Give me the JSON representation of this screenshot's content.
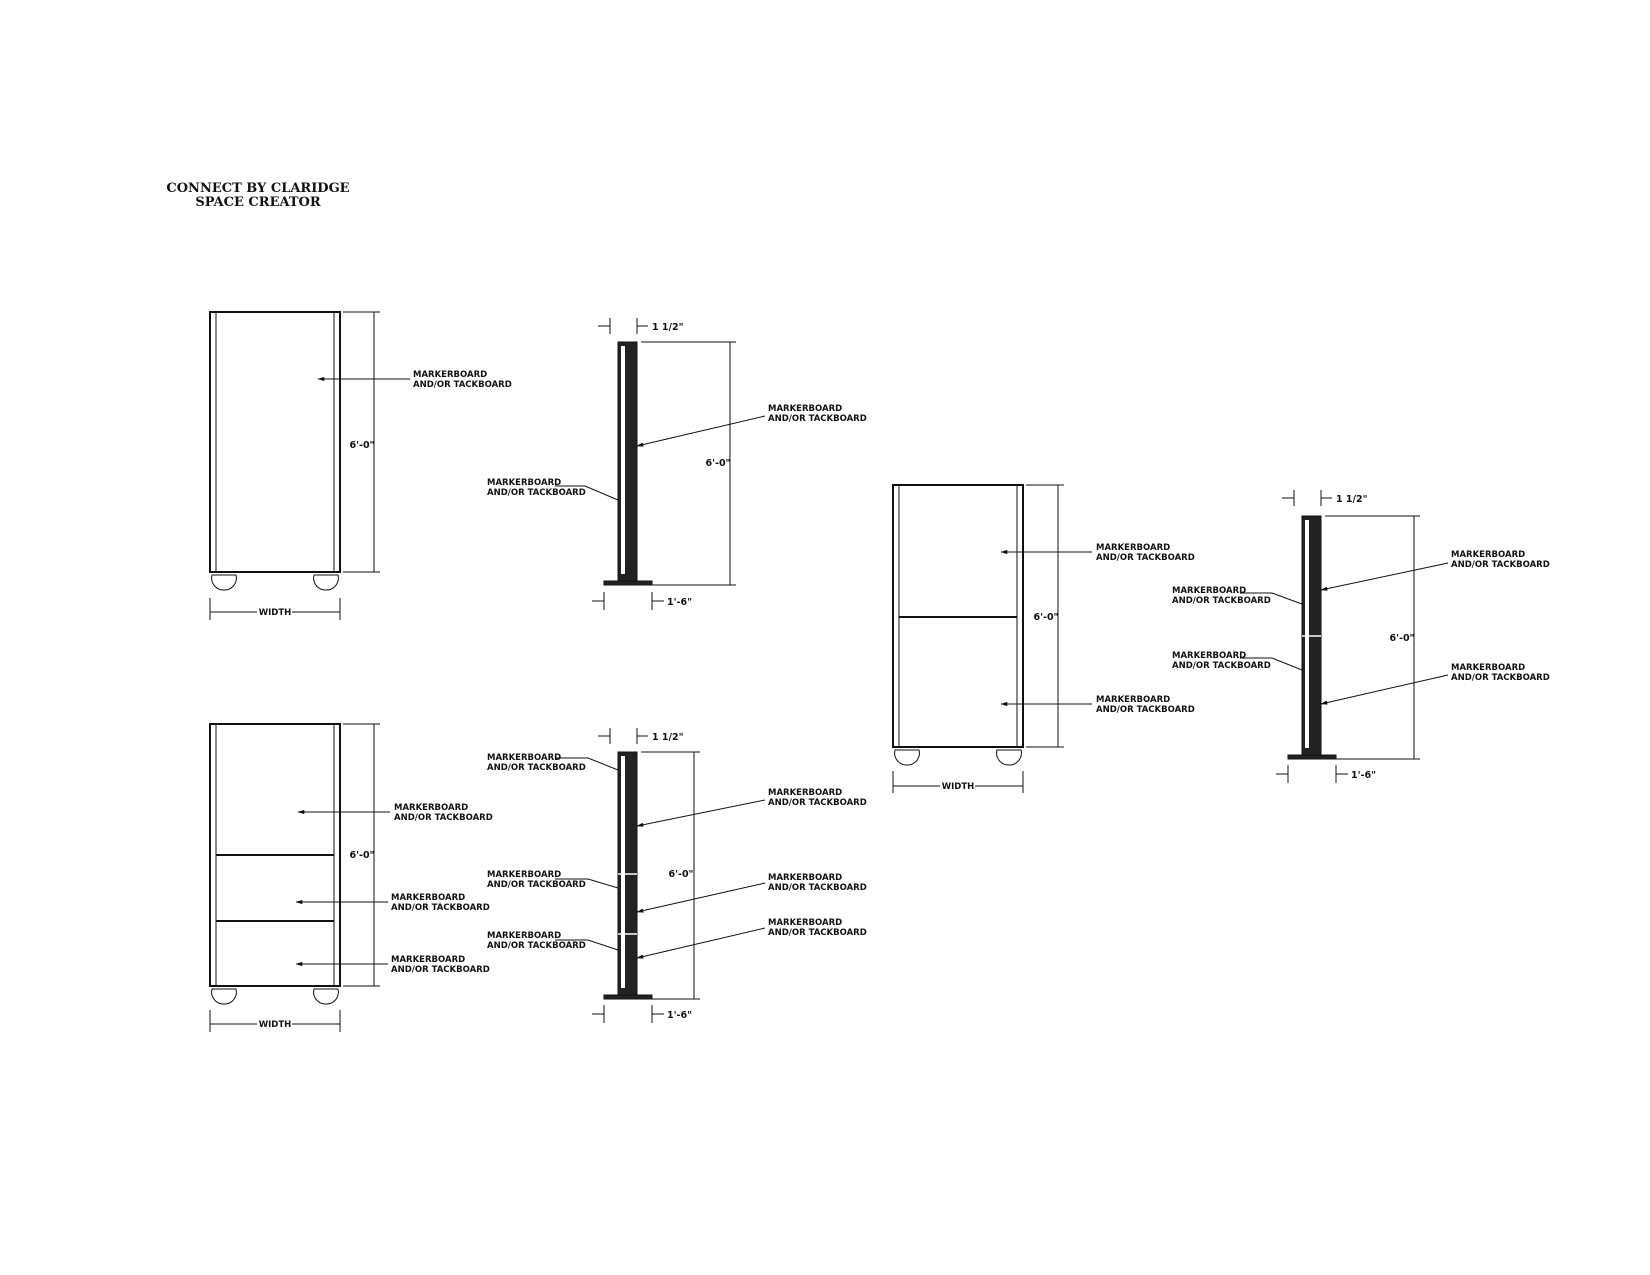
{
  "title": {
    "line1": "CONNECT BY CLARIDGE",
    "line2": "SPACE CREATOR"
  },
  "label_top": "MARKERBOARD",
  "label_bottom": "AND/OR TACKBOARD",
  "dims": {
    "height": "6'-0\"",
    "width": "WIDTH",
    "thickness": "1 1/2\"",
    "base": "1'-6\""
  }
}
